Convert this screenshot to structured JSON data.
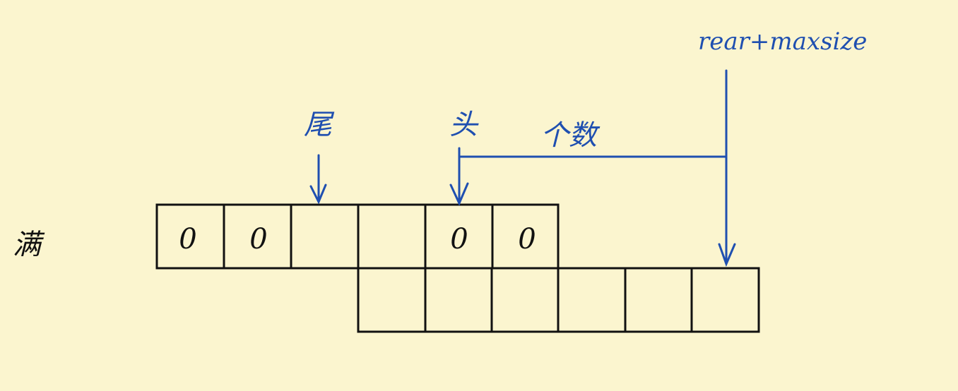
{
  "colors": {
    "background": "#fbf5cf",
    "ink_black": "#111111",
    "ink_blue": "#1f4fb0"
  },
  "labels": {
    "full": "满",
    "tail": "尾",
    "head": "头",
    "count": "个数",
    "rear_plus_maxsize": "rear+maxsize"
  },
  "array_row1": [
    "0",
    "0",
    "",
    "",
    "0",
    "0"
  ],
  "array_row2": [
    "",
    "",
    "",
    "",
    "",
    ""
  ]
}
